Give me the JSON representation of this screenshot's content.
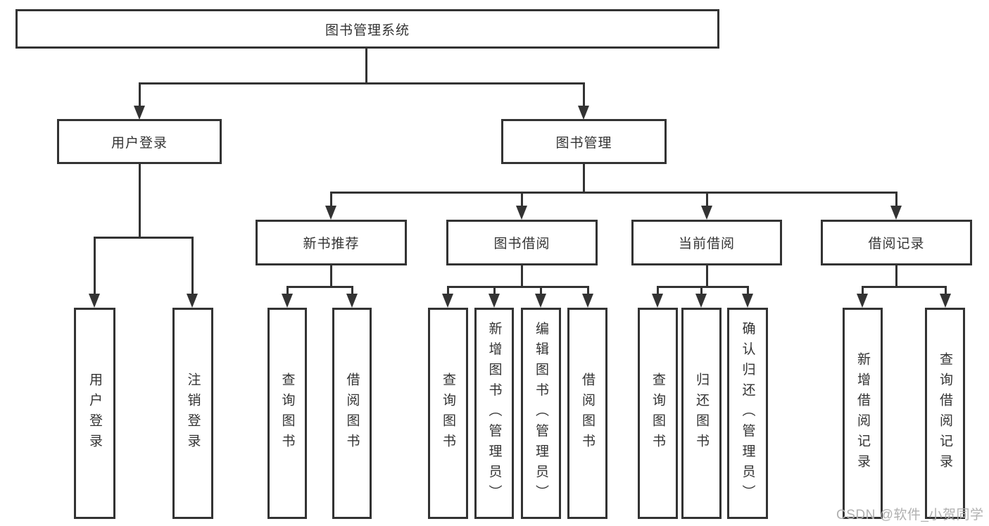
{
  "tree": {
    "label": "图书管理系统",
    "children": [
      {
        "label": "用户登录",
        "children": [
          {
            "label": "用户登录"
          },
          {
            "label": "注销登录"
          }
        ]
      },
      {
        "label": "图书管理",
        "children": [
          {
            "label": "新书推荐",
            "children": [
              {
                "label": "查询图书"
              },
              {
                "label": "借阅图书"
              }
            ]
          },
          {
            "label": "图书借阅",
            "children": [
              {
                "label": "查询图书"
              },
              {
                "label": "新增图书（管理员）"
              },
              {
                "label": "编辑图书（管理员）"
              },
              {
                "label": "借阅图书"
              }
            ]
          },
          {
            "label": "当前借阅",
            "children": [
              {
                "label": "查询图书"
              },
              {
                "label": "归还图书"
              },
              {
                "label": "确认归还（管理员）"
              }
            ]
          },
          {
            "label": "借阅记录",
            "children": [
              {
                "label": "新增借阅记录"
              },
              {
                "label": "查询借阅记录"
              }
            ]
          }
        ]
      }
    ]
  },
  "watermark": {
    "text": "CSDN @软件_小贺同学"
  },
  "colors": {
    "line": "#333333",
    "text": "#333333",
    "watermark": "#b0b0b0",
    "background": "#ffffff"
  }
}
